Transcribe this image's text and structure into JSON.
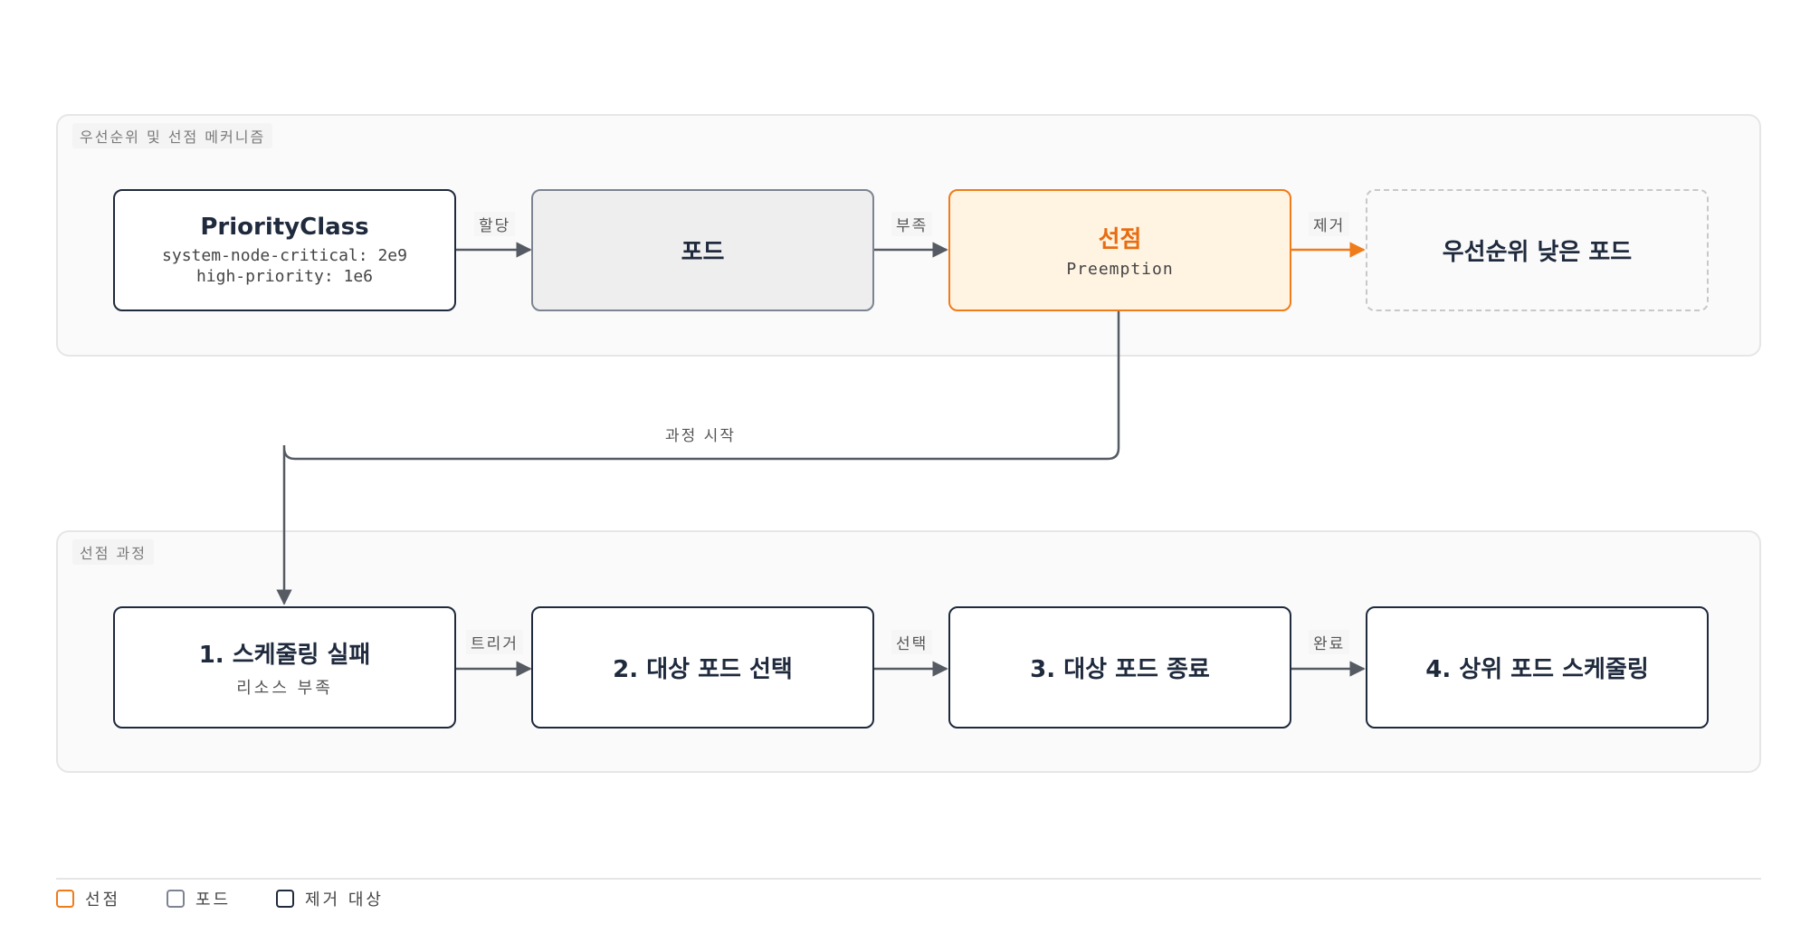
{
  "groups": {
    "top": {
      "label": "우선순위 및 선점 메커니즘"
    },
    "bottom": {
      "label": "선점 과정"
    }
  },
  "nodes": {
    "priority_class": {
      "title": "PriorityClass",
      "line1": "system-node-critical: 2e9",
      "line2": "high-priority: 1e6"
    },
    "pod": {
      "title": "포드"
    },
    "preemption": {
      "title": "선점",
      "subtitle": "Preemption"
    },
    "low_priority_pod": {
      "title": "우선순위 낮은 포드"
    },
    "step1": {
      "title": "1. 스케줄링 실패",
      "subtitle": "리소스 부족"
    },
    "step2": {
      "title": "2. 대상 포드 선택"
    },
    "step3": {
      "title": "3. 대상 포드 종료"
    },
    "step4": {
      "title": "4. 상위 포드 스케줄링"
    }
  },
  "edges": {
    "assign": "할당",
    "shortage": "부족",
    "remove": "제거",
    "start_process": "과정 시작",
    "trigger": "트리거",
    "select": "선택",
    "complete": "완료"
  },
  "legend": [
    {
      "label": "선점",
      "color": "#f07b19"
    },
    {
      "label": "포드",
      "color": "#7c8491"
    },
    {
      "label": "제거 대상",
      "color": "#1f2a3d"
    }
  ],
  "colors": {
    "accent": "#f07b19",
    "node_border": "#1f2a3d",
    "pod_border": "#7c8491",
    "edge": "#555a63"
  }
}
